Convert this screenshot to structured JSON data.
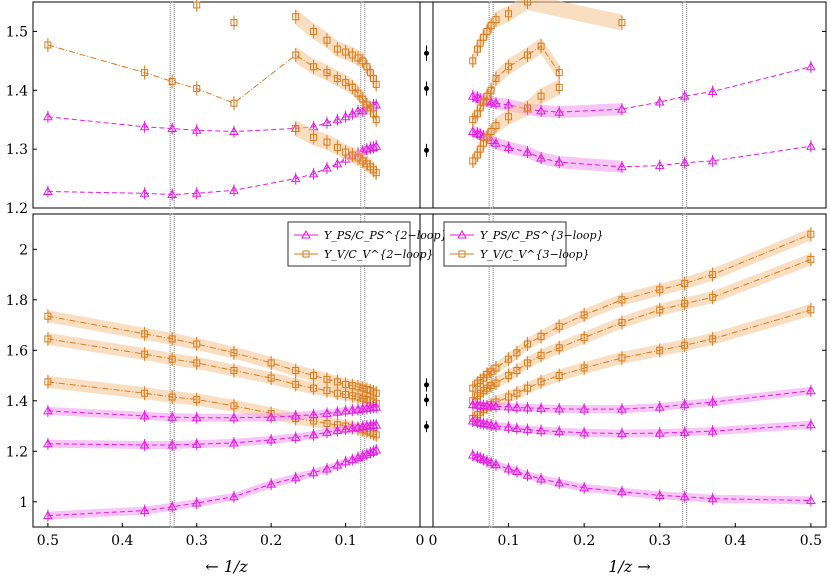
{
  "chart_data": {
    "type": "line",
    "colors": {
      "PS": "#e619e6",
      "V": "#d97b1a",
      "band_PS": "#f2a0f2",
      "band_V": "#f7c89a",
      "ref": "#000000"
    },
    "x_axis": {
      "left_label": "← 1/z",
      "right_label": "1/z →",
      "left_ticks": [
        "0.5",
        "0.4",
        "0.3",
        "0.2",
        "0.1",
        "0"
      ],
      "right_ticks": [
        "0",
        "0.1",
        "0.2",
        "0.3",
        "0.4",
        "0.5"
      ]
    },
    "panels_top": {
      "ylim": [
        1.2,
        1.55
      ],
      "yticks": [
        "1.2",
        "1.3",
        "1.4",
        "1.5"
      ],
      "left": {
        "PS": {
          "x": [
            0.5,
            0.37,
            0.333,
            0.3,
            0.25,
            0.2,
            0.167,
            0.143,
            0.125,
            0.111,
            0.1,
            0.0909,
            0.0833,
            0.0769,
            0.0714,
            0.0667,
            0.0625,
            0.0588
          ],
          "hi": [
            1.355,
            1.338,
            1.335,
            1.332,
            1.33,
            null,
            1.335,
            1.338,
            1.345,
            1.35,
            1.355,
            1.36,
            1.365,
            1.365,
            1.37,
            1.37,
            1.375,
            1.375
          ],
          "lo": [
            1.228,
            1.225,
            1.223,
            1.225,
            1.23,
            null,
            1.25,
            1.258,
            1.268,
            1.275,
            1.283,
            1.288,
            1.293,
            1.297,
            1.3,
            1.302,
            1.303,
            1.305
          ]
        },
        "V": {
          "x": [
            0.5,
            0.37,
            0.333,
            0.3,
            0.25,
            0.2,
            0.167,
            0.143,
            0.125,
            0.111,
            0.1,
            0.0909,
            0.0833,
            0.0769,
            0.0714,
            0.0667,
            0.0625,
            0.0588
          ],
          "hi": [
            null,
            null,
            null,
            1.545,
            1.515,
            null,
            1.525,
            1.5,
            1.485,
            1.47,
            1.465,
            1.46,
            1.455,
            1.45,
            1.44,
            1.43,
            1.42,
            1.41
          ],
          "mid": [
            1.477,
            1.43,
            1.415,
            1.403,
            1.378,
            null,
            1.46,
            1.44,
            1.43,
            1.42,
            1.413,
            1.405,
            1.395,
            1.385,
            1.375,
            1.37,
            1.36,
            1.35
          ],
          "lo": [
            null,
            null,
            null,
            null,
            null,
            null,
            1.335,
            1.32,
            1.312,
            1.303,
            1.295,
            1.29,
            1.285,
            1.28,
            1.275,
            1.27,
            1.265,
            1.26
          ]
        }
      },
      "right": {
        "PS": {
          "x": [
            0.0526,
            0.0588,
            0.0625,
            0.0667,
            0.0714,
            0.0769,
            0.0833,
            0.1,
            0.125,
            0.143,
            0.167,
            0.25,
            0.3,
            0.333,
            0.37,
            0.5
          ],
          "hi": [
            1.39,
            1.388,
            1.385,
            1.383,
            1.382,
            1.38,
            1.378,
            1.375,
            1.368,
            1.365,
            1.363,
            1.368,
            1.38,
            1.39,
            1.398,
            1.44
          ],
          "lo": [
            1.33,
            1.327,
            1.325,
            1.322,
            1.32,
            1.315,
            1.31,
            1.303,
            1.295,
            1.285,
            1.278,
            1.27,
            1.272,
            1.277,
            1.28,
            1.305
          ]
        },
        "V": {
          "x": [
            0.0526,
            0.0588,
            0.0625,
            0.0667,
            0.0714,
            0.0769,
            0.0833,
            0.1,
            0.125,
            0.143,
            0.167,
            0.25
          ],
          "hi": [
            1.45,
            1.47,
            1.48,
            1.49,
            1.5,
            1.51,
            1.52,
            1.53,
            1.55,
            null,
            null,
            1.515
          ],
          "mid": [
            1.35,
            1.36,
            1.37,
            1.38,
            1.39,
            1.4,
            1.42,
            1.44,
            1.46,
            1.475,
            1.43,
            null
          ],
          "lo": [
            1.28,
            1.29,
            1.3,
            1.31,
            1.32,
            1.33,
            1.34,
            1.355,
            1.37,
            1.39,
            1.405,
            null
          ]
        }
      },
      "reference": {
        "values": [
          1.463,
          1.403,
          1.298
        ],
        "errors": [
          0.013,
          0.012,
          0.011
        ]
      }
    },
    "panels_bottom": {
      "ylim": [
        0.9,
        2.14
      ],
      "yticks": [
        "1",
        "1.2",
        "1.4",
        "1.6",
        "1.8",
        "2"
      ],
      "legend_left": [
        {
          "label": "Y_PS/C_PS^{2−loop}",
          "marker": "triangle",
          "color": "#e619e6"
        },
        {
          "label": "Y_V/C_V^{2−loop}",
          "marker": "square",
          "color": "#d97b1a"
        }
      ],
      "legend_right": [
        {
          "label": "Y_PS/C_PS^{3−loop}",
          "marker": "triangle",
          "color": "#e619e6"
        },
        {
          "label": "Y_V/C_V^{3−loop}",
          "marker": "square",
          "color": "#d97b1a"
        }
      ],
      "left": {
        "x": [
          0.5,
          0.37,
          0.333,
          0.3,
          0.25,
          0.2,
          0.167,
          0.143,
          0.125,
          0.111,
          0.1,
          0.0909,
          0.0833,
          0.0769,
          0.0714,
          0.0667,
          0.0625,
          0.0588
        ],
        "PS_hi": [
          1.36,
          1.34,
          1.335,
          1.333,
          1.333,
          1.335,
          1.34,
          1.345,
          1.35,
          1.355,
          1.36,
          1.363,
          1.365,
          1.368,
          1.37,
          1.372,
          1.374,
          1.375
        ],
        "PS_mid": [
          1.23,
          1.225,
          1.225,
          1.228,
          1.233,
          1.245,
          1.255,
          1.265,
          1.275,
          1.282,
          1.288,
          1.292,
          1.295,
          1.298,
          1.3,
          1.302,
          1.303,
          1.304
        ],
        "PS_lo": [
          0.945,
          0.965,
          0.98,
          0.995,
          1.02,
          1.07,
          1.095,
          1.115,
          1.13,
          1.145,
          1.158,
          1.167,
          1.175,
          1.182,
          1.188,
          1.195,
          1.2,
          1.205
        ],
        "V_top": [
          1.735,
          1.665,
          1.645,
          1.625,
          1.59,
          1.55,
          1.52,
          1.5,
          1.485,
          1.475,
          1.465,
          1.46,
          1.455,
          1.45,
          1.445,
          1.44,
          1.435,
          1.43
        ],
        "V_mid": [
          1.645,
          1.585,
          1.565,
          1.55,
          1.52,
          1.49,
          1.465,
          1.45,
          1.44,
          1.43,
          1.425,
          1.42,
          1.415,
          1.41,
          1.405,
          1.4,
          1.395,
          1.39
        ],
        "V_low": [
          1.475,
          1.43,
          1.415,
          1.405,
          1.38,
          1.35,
          1.33,
          1.32,
          1.31,
          1.305,
          1.3,
          1.295,
          1.29,
          1.285,
          1.28,
          1.275,
          1.27,
          1.265
        ]
      },
      "right": {
        "x": [
          0.0526,
          0.0588,
          0.0625,
          0.0667,
          0.0714,
          0.0769,
          0.0833,
          0.1,
          0.111,
          0.125,
          0.143,
          0.167,
          0.2,
          0.25,
          0.3,
          0.333,
          0.37,
          0.5
        ],
        "PS_hi": [
          1.385,
          1.383,
          1.382,
          1.381,
          1.38,
          1.379,
          1.378,
          1.376,
          1.374,
          1.372,
          1.37,
          1.368,
          1.367,
          1.367,
          1.375,
          1.385,
          1.395,
          1.44
        ],
        "PS_mid": [
          1.32,
          1.315,
          1.312,
          1.31,
          1.307,
          1.304,
          1.3,
          1.295,
          1.29,
          1.286,
          1.282,
          1.278,
          1.273,
          1.27,
          1.272,
          1.275,
          1.28,
          1.305
        ],
        "PS_lo": [
          1.185,
          1.178,
          1.174,
          1.168,
          1.162,
          1.155,
          1.147,
          1.13,
          1.12,
          1.105,
          1.09,
          1.075,
          1.055,
          1.04,
          1.025,
          1.02,
          1.012,
          1.005
        ],
        "V_top": [
          1.45,
          1.47,
          1.48,
          1.49,
          1.505,
          1.515,
          1.53,
          1.565,
          1.59,
          1.625,
          1.655,
          1.695,
          1.74,
          1.8,
          1.84,
          1.865,
          1.9,
          2.06
        ],
        "V_mid": [
          1.4,
          1.42,
          1.43,
          1.44,
          1.45,
          1.46,
          1.47,
          1.5,
          1.52,
          1.55,
          1.58,
          1.61,
          1.65,
          1.71,
          1.76,
          1.785,
          1.81,
          1.96
        ],
        "V_low": [
          1.33,
          1.345,
          1.355,
          1.365,
          1.375,
          1.385,
          1.395,
          1.415,
          1.43,
          1.45,
          1.475,
          1.5,
          1.53,
          1.57,
          1.6,
          1.62,
          1.645,
          1.76
        ]
      },
      "reference": {
        "values": [
          1.463,
          1.403,
          1.298
        ],
        "errors": [
          0.013,
          0.012,
          0.011
        ]
      }
    },
    "vertical_markers": {
      "left_x": [
        0.333,
        0.0769
      ],
      "right_x": [
        0.0769,
        0.333
      ]
    }
  }
}
